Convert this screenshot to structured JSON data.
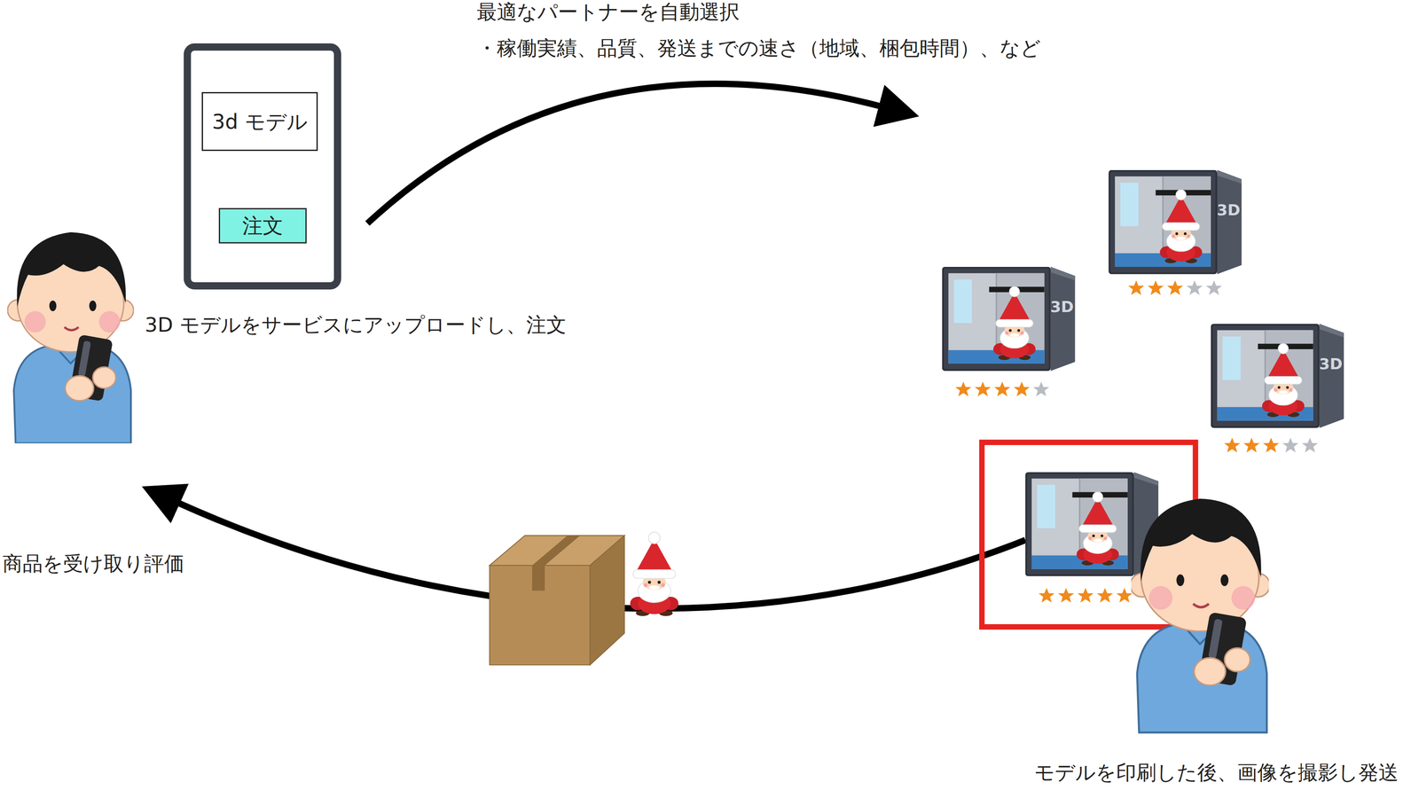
{
  "diagram": {
    "nodes": [
      {
        "text": [
          "3d モデル"
        ]
      },
      {
        "text": [
          "注文"
        ]
      }
    ],
    "labels": [
      "最適なパートナーを自動選択",
      "・稼働実績、品質、発送までの速さ（地域、梱包時間）、など",
      "3D",
      "3D",
      "3D モデルをサービスにアップロードし、注文",
      "3D",
      "商品を受け取り評価",
      "モデルを印刷した後、画像を撮影し発送"
    ]
  }
}
